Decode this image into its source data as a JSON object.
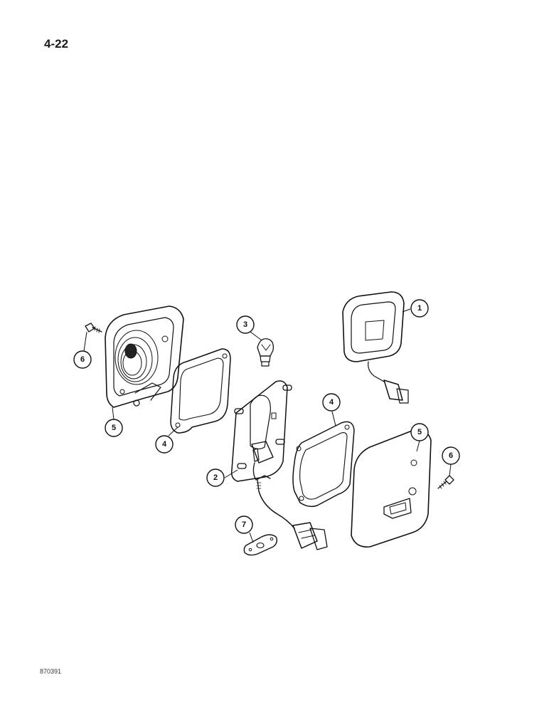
{
  "page": {
    "number": "4-22",
    "figure_code": "870391"
  },
  "callouts": [
    {
      "label": "1"
    },
    {
      "label": "2"
    },
    {
      "label": "3"
    },
    {
      "label": "4"
    },
    {
      "label": "4"
    },
    {
      "label": "5"
    },
    {
      "label": "5"
    },
    {
      "label": "6"
    },
    {
      "label": "6"
    },
    {
      "label": "7"
    }
  ],
  "parts": [
    {
      "item": "1",
      "icon": "lamp-assembly-icon"
    },
    {
      "item": "2",
      "icon": "bulb-socket-plate-icon"
    },
    {
      "item": "3",
      "icon": "bulb-icon"
    },
    {
      "item": "4",
      "icon": "gasket-icon"
    },
    {
      "item": "5",
      "icon": "lens-housing-icon"
    },
    {
      "item": "6",
      "icon": "screw-icon"
    },
    {
      "item": "7",
      "icon": "mounting-gasket-icon"
    }
  ]
}
